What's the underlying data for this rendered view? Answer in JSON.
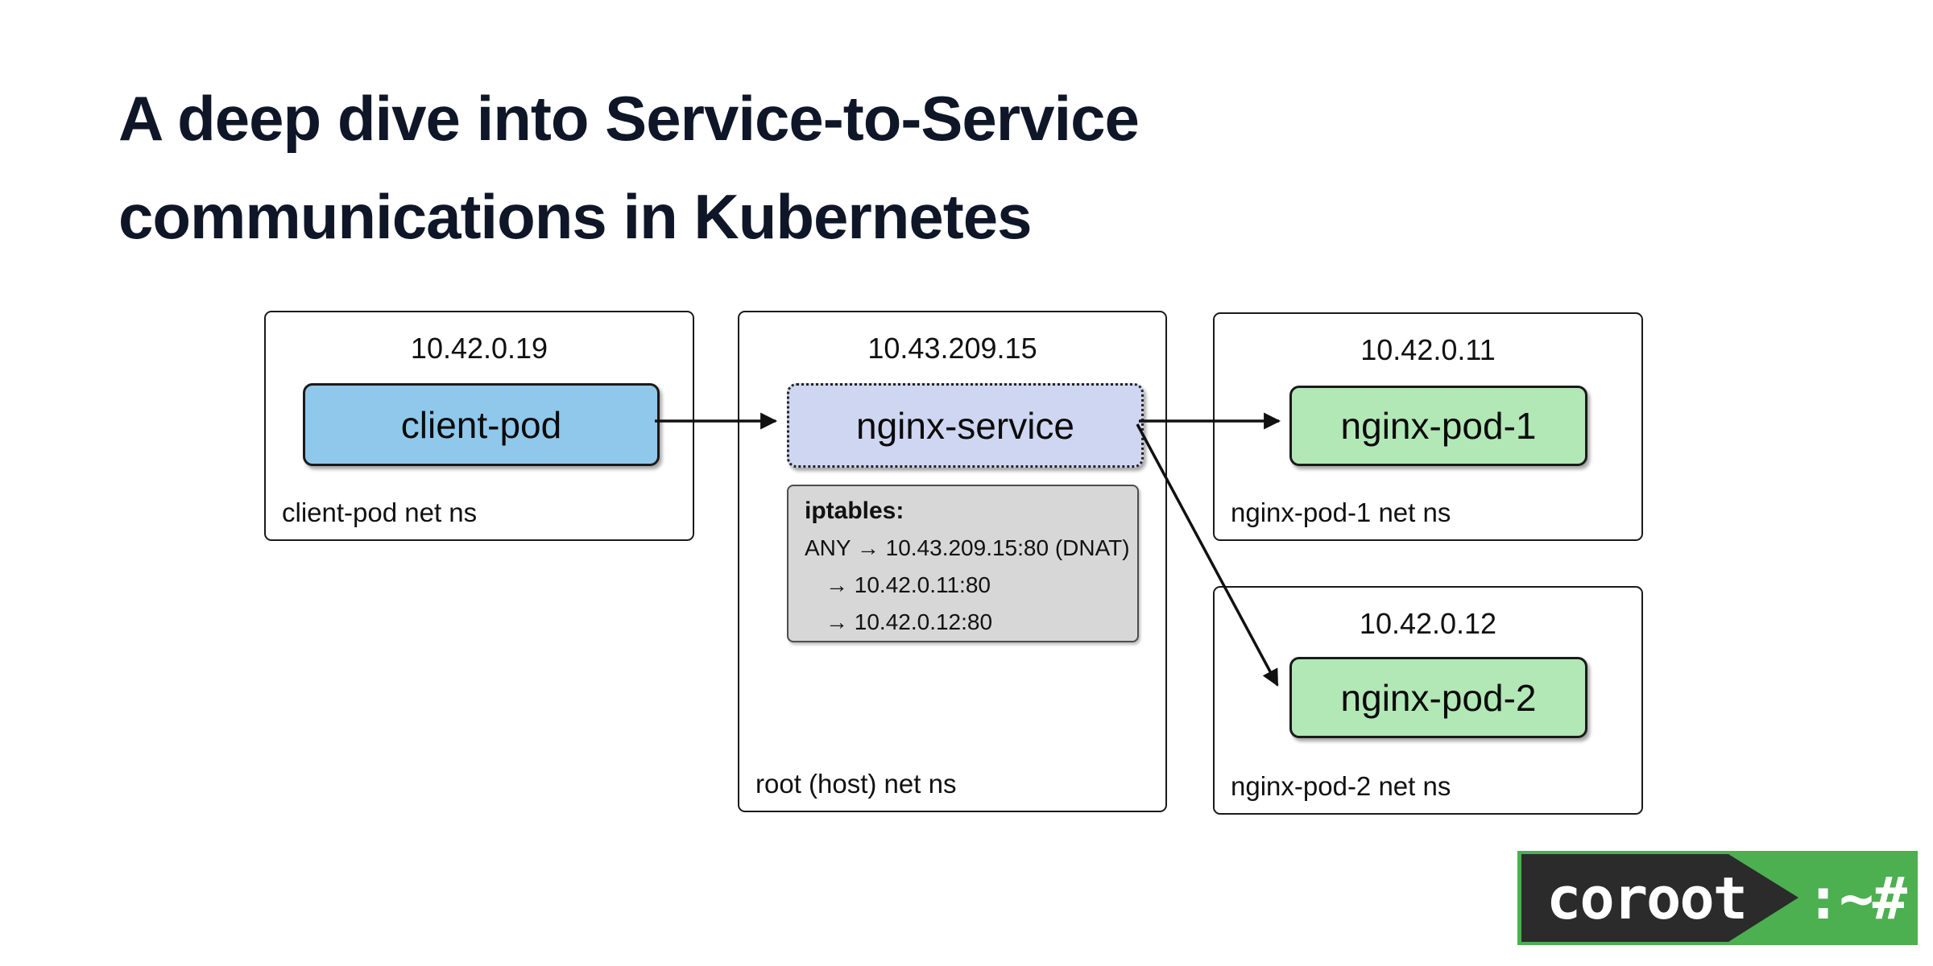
{
  "title": {
    "line1": "A deep dive into Service-to-Service",
    "line2": "communications in Kubernetes"
  },
  "diagram": {
    "namespaces": [
      {
        "id": "client-ns",
        "ip": "10.42.0.19",
        "ns_label": "client-pod net ns",
        "node": {
          "label": "client-pod",
          "color": "#8FC8EA"
        }
      },
      {
        "id": "host-ns",
        "ip": "10.43.209.15",
        "ns_label": "root (host) net ns",
        "node": {
          "label": "nginx-service",
          "color": "#CFD6F1",
          "border": "dotted"
        },
        "iptables": {
          "title": "iptables:",
          "lines": [
            "ANY → 10.43.209.15:80 (DNAT)",
            "→ 10.42.0.11:80",
            "→ 10.42.0.12:80"
          ],
          "color": "#D7D7D7"
        }
      },
      {
        "id": "pod1-ns",
        "ip": "10.42.0.11",
        "ns_label": "nginx-pod-1 net ns",
        "node": {
          "label": "nginx-pod-1",
          "color": "#B2E7B6"
        }
      },
      {
        "id": "pod2-ns",
        "ip": "10.42.0.12",
        "ns_label": "nginx-pod-2 net ns",
        "node": {
          "label": "nginx-pod-2",
          "color": "#B2E7B6"
        }
      }
    ],
    "connections": [
      {
        "from": "client-pod",
        "to": "nginx-service"
      },
      {
        "from": "nginx-service",
        "to": "nginx-pod-1"
      },
      {
        "from": "nginx-service",
        "to": "nginx-pod-2"
      }
    ],
    "arrow_color": "#111111"
  },
  "logo": {
    "brand": "coroot",
    "prompt": ":~#",
    "green": "#4CAF50",
    "dark": "#2B2B2B"
  }
}
